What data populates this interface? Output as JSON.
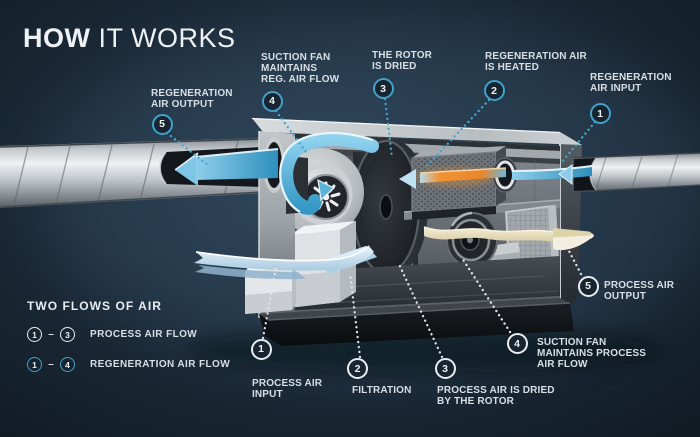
{
  "title": {
    "bold": "HOW",
    "light": "IT WORKS"
  },
  "colors": {
    "background": "#18242F",
    "accent_blue": "#3FA3CC",
    "label_white": "#E9EDF0",
    "heater_orange": "#E8872B",
    "dried_air_beige": "#EDE5C6"
  },
  "callouts": {
    "regeneration": [
      {
        "num": "1",
        "label": "REGENERATION\nAIR INPUT"
      },
      {
        "num": "2",
        "label": "REGENERATION AIR\nIS HEATED"
      },
      {
        "num": "3",
        "label": "THE ROTOR\nIS DRIED"
      },
      {
        "num": "4",
        "label": "SUCTION FAN\nMAINTAINS\nREG. AIR FLOW"
      },
      {
        "num": "5",
        "label": "REGENERATION\nAIR OUTPUT"
      }
    ],
    "process": [
      {
        "num": "1",
        "label": "PROCESS AIR\nINPUT"
      },
      {
        "num": "2",
        "label": "FILTRATION"
      },
      {
        "num": "3",
        "label": "PROCESS AIR IS DRIED\nBY THE ROTOR"
      },
      {
        "num": "4",
        "label": "SUCTION FAN\nMAINTAINS PROCESS\nAIR FLOW"
      },
      {
        "num": "5",
        "label": "PROCESS AIR\nOUTPUT"
      }
    ]
  },
  "legend": {
    "heading": "TWO FLOWS OF AIR",
    "rows": [
      {
        "from": "1",
        "to": "3",
        "dash": "–",
        "label": "PROCESS AIR FLOW",
        "style": "white"
      },
      {
        "from": "1",
        "to": "4",
        "dash": "–",
        "label": "REGENERATION AIR FLOW",
        "style": "blue"
      }
    ]
  }
}
